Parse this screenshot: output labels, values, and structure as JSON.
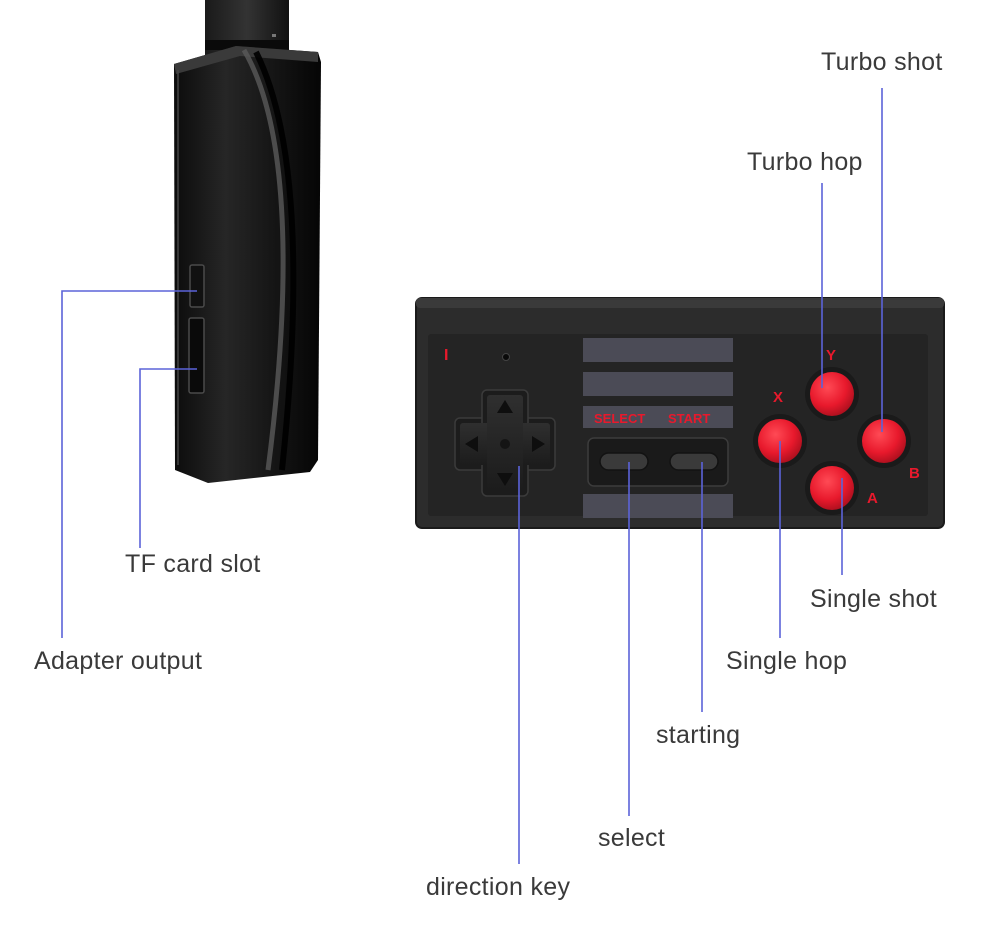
{
  "labels": {
    "turbo_shot": "Turbo shot",
    "turbo_hop": "Turbo hop",
    "adapter_output": "Adapter output",
    "tf_card_slot": "TF card slot",
    "single_shot": "Single shot",
    "single_hop": "Single hop",
    "starting": "starting",
    "select": "select",
    "direction_key": "direction key"
  },
  "controller": {
    "player_mark": "I",
    "select_text": "SELECT",
    "start_text": "START",
    "buttons": {
      "y": "Y",
      "x": "X",
      "b": "B",
      "a": "A"
    }
  },
  "colors": {
    "callout_line": "#5b63d9",
    "button_red": "#e8192c",
    "body": "#2a2a2a",
    "label_text": "#3a3a3a"
  }
}
